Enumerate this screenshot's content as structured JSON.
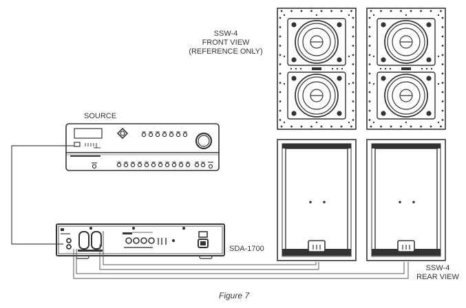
{
  "figure": {
    "caption": "Figure 7",
    "line_color": "#333333",
    "cable_color": "#555555"
  },
  "labels": {
    "front_view": [
      "SSW-4",
      "FRONT VIEW",
      "(REFERENCE ONLY)"
    ],
    "source": "SOURCE",
    "amplifier": "SDA-1700",
    "rear_view": [
      "SSW-4",
      "REAR VIEW"
    ]
  },
  "components": [
    {
      "id": "source",
      "name": "Source receiver",
      "label": "SOURCE"
    },
    {
      "id": "amplifier",
      "name": "Amplifier",
      "label": "SDA-1700"
    },
    {
      "id": "speaker-front-1",
      "name": "SSW-4 front view (left)"
    },
    {
      "id": "speaker-front-2",
      "name": "SSW-4 front view (right)"
    },
    {
      "id": "speaker-rear-1",
      "name": "SSW-4 rear view (left)"
    },
    {
      "id": "speaker-rear-2",
      "name": "SSW-4 rear view (right)"
    }
  ],
  "connections": [
    {
      "from": "source",
      "to": "amplifier",
      "type": "line-level input"
    },
    {
      "from": "amplifier",
      "to": "speaker-rear-1",
      "type": "speaker wire"
    },
    {
      "from": "amplifier",
      "to": "speaker-rear-2",
      "type": "speaker wire"
    }
  ]
}
